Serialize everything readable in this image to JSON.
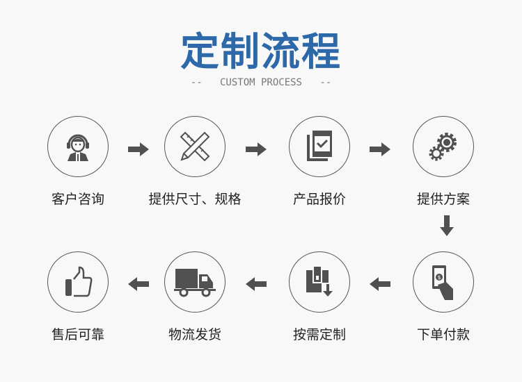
{
  "title": "定制流程",
  "subtitle": "--   CUSTOM PROCESS   --",
  "steps": [
    {
      "label": "客户咨询",
      "icon": "customer-service-icon"
    },
    {
      "label": "提供尺寸、规格",
      "icon": "ruler-pencil-icon"
    },
    {
      "label": "产品报价",
      "icon": "document-check-icon"
    },
    {
      "label": "提供方案",
      "icon": "gears-icon"
    },
    {
      "label": "下单付款",
      "icon": "payment-hand-icon"
    },
    {
      "label": "按需定制",
      "icon": "custom-production-icon"
    },
    {
      "label": "物流发货",
      "icon": "truck-icon"
    },
    {
      "label": "售后可靠",
      "icon": "thumbs-up-icon"
    }
  ],
  "colors": {
    "accent": "#2d68a8",
    "icon": "#505050"
  }
}
